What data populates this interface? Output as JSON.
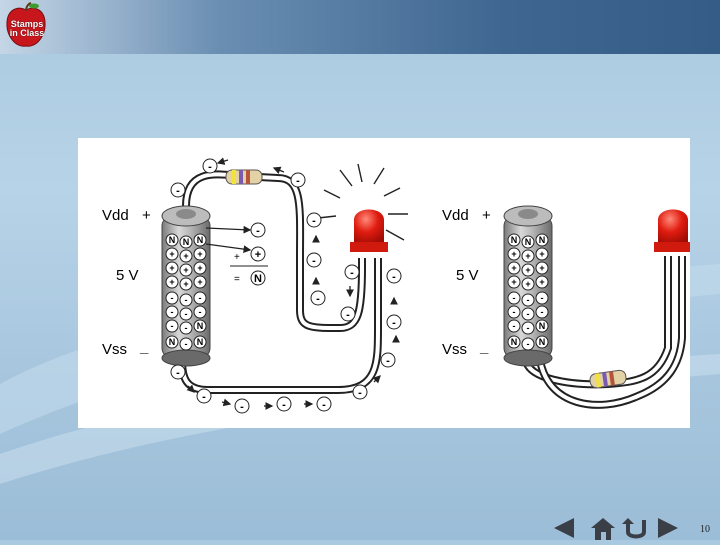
{
  "logo": {
    "text_line1": "Stamps",
    "text_line2": "in Class",
    "icon": "apple-logo-icon"
  },
  "diagram_left": {
    "vdd_label": "Vdd",
    "vdd_sign": "+",
    "voltage_label": "5 V",
    "vss_label": "Vss",
    "vss_sign": "_",
    "legend_plus": "+",
    "legend_equals": "=",
    "electron_symbol": "-",
    "proton_symbol": "+",
    "neutron_symbol": "N"
  },
  "diagram_right": {
    "vdd_label": "Vdd",
    "vdd_sign": "+",
    "voltage_label": "5 V",
    "vss_label": "Vss",
    "vss_sign": "_"
  },
  "nav": {
    "prev_icon": "triangle-left-icon",
    "home_icon": "home-icon",
    "return_icon": "return-arrow-icon",
    "next_icon": "triangle-right-icon"
  },
  "page_number": "10"
}
